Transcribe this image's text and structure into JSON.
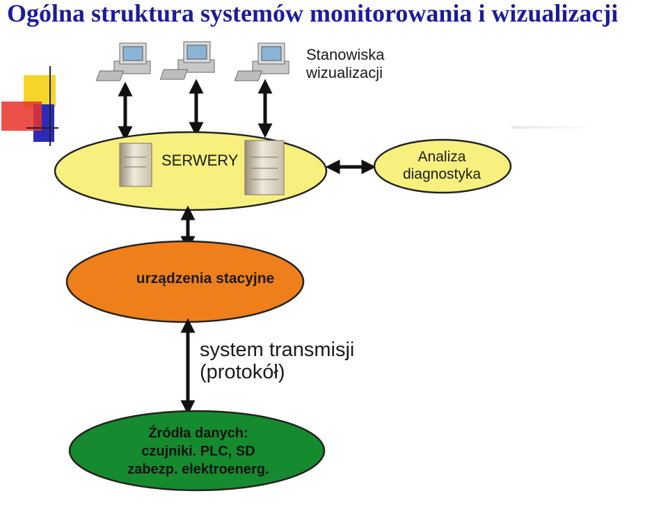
{
  "title": "Ogólna struktura systemów monitorowania i wizualizacji",
  "nodes": {
    "workstations": {
      "lines": [
        "Stanowiska",
        "wizualizacji"
      ],
      "icon": "computer-icon",
      "count": 3
    },
    "servers": {
      "label": "SERWERY",
      "color": "#f7f07e",
      "icon": "server-icon",
      "count": 2
    },
    "analysis": {
      "lines": [
        "Analiza",
        "diagnostyka"
      ],
      "color": "#f7f07e"
    },
    "station_devices": {
      "label": "urządzenia stacyjne",
      "color": "#ef7f1a"
    },
    "data_sources": {
      "lines": [
        "Źródła danych:",
        "czujniki. PLC, SD",
        "zabezp. elektroenerg."
      ],
      "color": "#168a2e"
    }
  },
  "transmission": {
    "lines": [
      "system transmisji",
      "(protokół)"
    ]
  },
  "colors": {
    "title": "#1c1c9a",
    "arrow": "#111111",
    "outline": "#222222"
  }
}
